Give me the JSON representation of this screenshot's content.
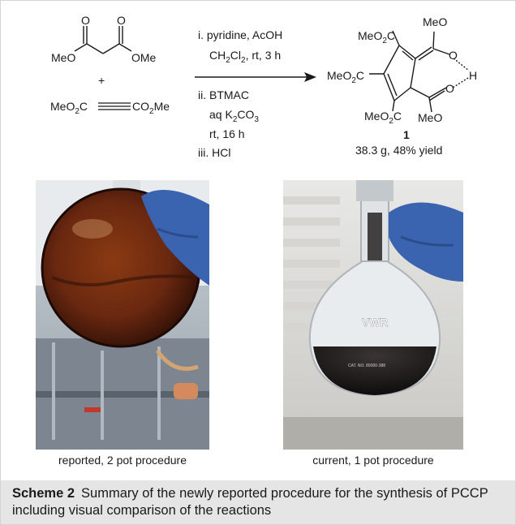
{
  "reaction": {
    "reactants": {
      "malonate": {
        "left_group": "MeO",
        "right_group": "OMe"
      },
      "plus": "+",
      "alkyne": {
        "left_group_main": "MeO",
        "left_group_sub": "2",
        "left_group_end": "C",
        "right_group_main": "CO",
        "right_group_sub": "2",
        "right_group_end": "Me"
      }
    },
    "conditions": {
      "step1_line1": "i. pyridine, AcOH",
      "step1_line2_main": "CH",
      "step1_line2_sub1": "2",
      "step1_line2_mid": "Cl",
      "step1_line2_sub2": "2",
      "step1_line2_end": ", rt, 3 h",
      "step2_line1": "ii. BTMAC",
      "step2_line2_main": "aq K",
      "step2_line2_sub": "2",
      "step2_line2_mid": "CO",
      "step2_line2_sub2": "3",
      "step2_line3": "rt, 16 h",
      "step3": "iii. HCl"
    },
    "product": {
      "top_ome": "MeO",
      "co2me_main": "MeO",
      "co2me_sub": "2",
      "co2me_end": "C",
      "h_label": "H",
      "o_label": "O",
      "bottom_ome": "MeO",
      "compound_number": "1",
      "yield": "38.3 g, 48% yield"
    }
  },
  "photos": {
    "left_caption": "reported, 2 pot procedure",
    "right_caption": "current, 1 pot procedure",
    "flask_label": "VWR",
    "flask_sublabel": "CAT. NO. 89000-388"
  },
  "caption": {
    "label": "Scheme 2",
    "text": "Summary of the newly reported procedure for the synthesis of PCCP including visual comparison of the reactions"
  },
  "colors": {
    "caption_bg": "#e5e5e5",
    "liquid_left": "#5a1f0e",
    "glove": "#3a63b0",
    "liquid_right": "#1c1818"
  }
}
